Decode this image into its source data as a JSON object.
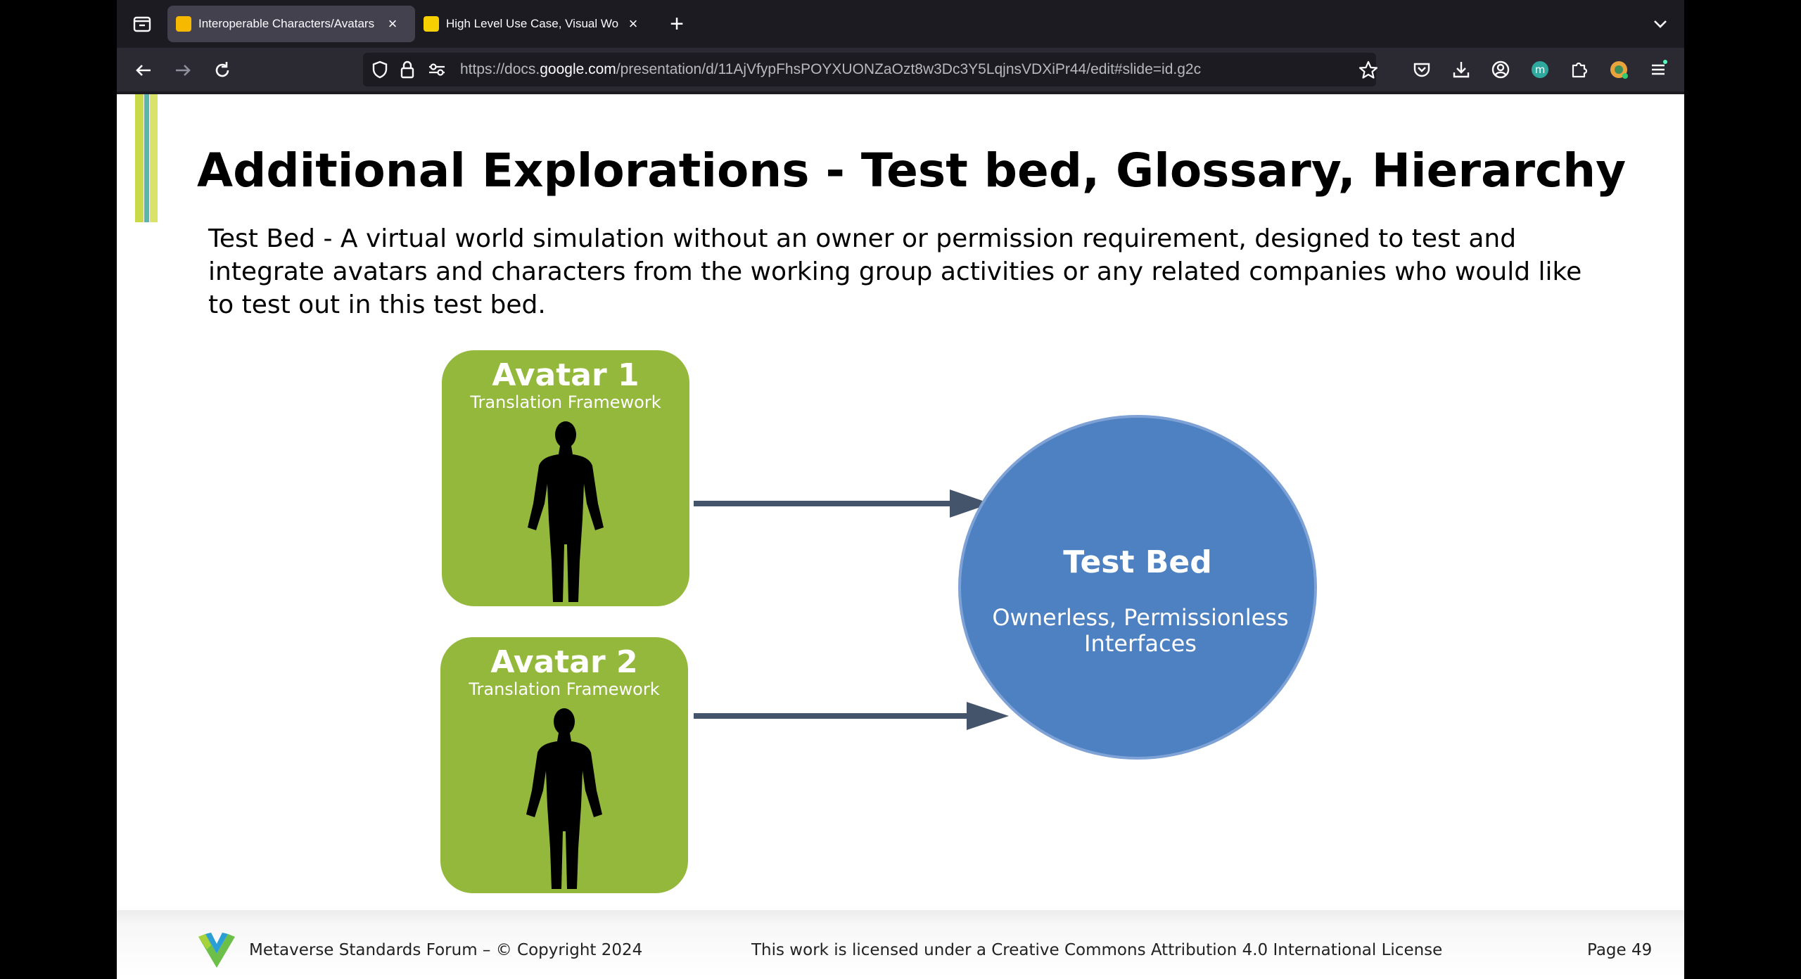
{
  "browser": {
    "tabs": [
      {
        "title": "Interoperable Characters/Avatars",
        "active": true,
        "favicon_color": "#f6b900"
      },
      {
        "title": "High Level Use Case, Visual Wo",
        "active": false,
        "favicon_color": "#f6d000"
      }
    ],
    "url": {
      "prefix": "https://docs.",
      "host": "google.com",
      "path": "/presentation/d/11AjVfypFhsPOYXUONZaOzt8w3Dc3Y5LqjnsVDXiPr44/edit#slide=id.g2c"
    },
    "icons": [
      "tab-list-icon",
      "close-icon",
      "plus-icon",
      "chevron-down-icon",
      "back-icon",
      "forward-icon",
      "reload-icon",
      "shield-icon",
      "lock-icon",
      "permissions-icon",
      "bookmark-star-icon",
      "pocket-icon",
      "download-icon",
      "account-icon",
      "extension-m-icon",
      "extensions-puzzle-icon",
      "extension-avatar-icon",
      "menu-icon"
    ]
  },
  "slide": {
    "title": "Additional Explorations - Test bed, Glossary, Hierarchy",
    "body": "Test Bed - A virtual world simulation without an owner or permission requirement, designed to test and integrate avatars and characters from the working group activities or any related companies who would like to test out in this test bed.",
    "avatars": [
      {
        "name": "Avatar 1",
        "subtitle": "Translation Framework"
      },
      {
        "name": "Avatar 2",
        "subtitle": "Translation Framework"
      }
    ],
    "test_bed": {
      "title": "Test Bed",
      "subtitle": "Ownerless, Permissionless Interfaces"
    },
    "colors": {
      "avatar_green": "#93b83b",
      "test_bed_blue": "#4e81c1",
      "arrow": "#44546a",
      "accent_yellow": "#c8d94a",
      "accent_teal": "#5bb5a8"
    },
    "footer": {
      "org": "Metaverse Standards Forum – © Copyright 2024",
      "license": "This work is licensed under a Creative Commons Attribution 4.0 International License",
      "page": "Page 49"
    }
  }
}
